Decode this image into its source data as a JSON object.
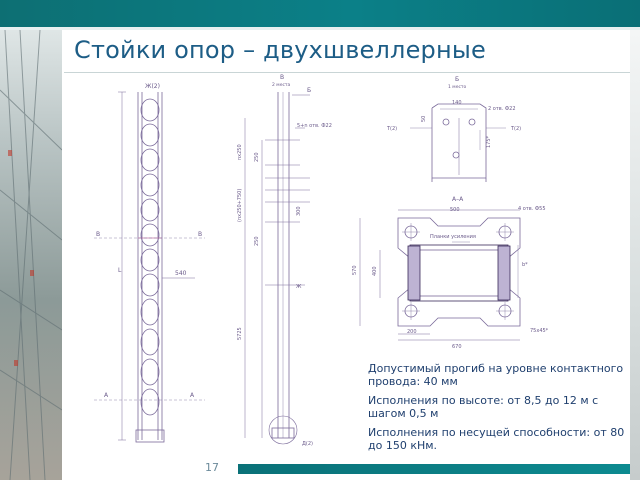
{
  "slide": {
    "title": "Стойки опор – двухшвеллерные",
    "page_number": "17"
  },
  "notes": {
    "deflection": "Допустимый прогиб на уровне контактного провода: 40 мм",
    "height_variants": "Исполнения по высоте: от 8,5 до 12 м с шагом 0,5 м",
    "capacity_variants": "Исполнения по несущей способности: от 80 до 150 кНм."
  },
  "drawing_labels": {
    "view_zh": "Ж(2)",
    "view_v": "В",
    "view_v_sub": "2 места",
    "view_b": "Б",
    "view_b_sub": "1 место",
    "holes_5n": "5+n отв. Ф22",
    "holes_2": "2 отв. Ф22",
    "holes_4": "4 отв. Ф55",
    "section_aa": "А–А",
    "plank": "Планки усиления",
    "dim_540": "540",
    "dim_L": "L",
    "dim_5725": "5725",
    "dim_250a": "250",
    "dim_250b": "250",
    "dim_300": "300",
    "dim_nx250": "nх250",
    "dim_n250_750": "(nх250+750)",
    "dim_140": "140",
    "dim_50": "50",
    "dim_175": "175*",
    "dim_500": "500",
    "dim_570": "570",
    "dim_400": "400",
    "dim_200": "200",
    "dim_670": "670",
    "dim_b": "b*",
    "chamfer": "75х45*",
    "mark_B_left": "В",
    "mark_B_right": "В",
    "mark_A_left": "А",
    "mark_A_right": "А",
    "mark_T_left": "Т(2)",
    "mark_T_right": "Т(2)",
    "mark_d": "Д(2)",
    "mark_b_small": "Б",
    "mark_zh_small": "Ж"
  }
}
